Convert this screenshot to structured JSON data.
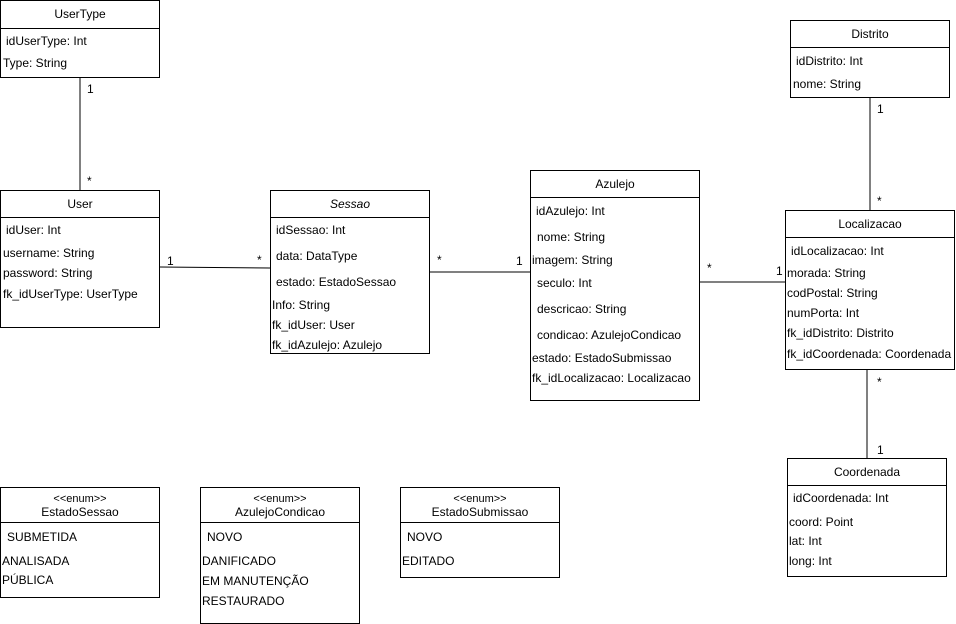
{
  "classes": {
    "usertype": {
      "title": "UserType",
      "attrs": [
        "idUserType: Int",
        "Type: String"
      ]
    },
    "user": {
      "title": "User",
      "attrs": [
        "idUser: Int",
        "username: String",
        "password: String",
        "fk_idUserType: UserType"
      ]
    },
    "sessao": {
      "title": "Sessao",
      "attrs": [
        "idSessao: Int",
        "data: DataType",
        "estado: EstadoSessao",
        "Info: String",
        "fk_idUser: User",
        "fk_idAzulejo: Azulejo"
      ]
    },
    "azulejo": {
      "title": "Azulejo",
      "attrs": [
        "idAzulejo: Int",
        "nome: String",
        "imagem: String",
        "seculo: Int",
        "descricao: String",
        "condicao: AzulejoCondicao",
        "estado: EstadoSubmissao",
        "fk_idLocalizacao: Localizacao"
      ]
    },
    "distrito": {
      "title": "Distrito",
      "attrs": [
        "idDistrito: Int",
        "nome: String"
      ]
    },
    "localizacao": {
      "title": "Localizacao",
      "attrs": [
        "idLocalizacao: Int",
        "morada: String",
        "codPostal: String",
        "numPorta: Int",
        "fk_idDistrito: Distrito",
        "fk_idCoordenada: Coordenada"
      ]
    },
    "coordenada": {
      "title": "Coordenada",
      "attrs": [
        "idCoordenada: Int",
        "coord: Point",
        "lat: Int",
        "long: Int"
      ]
    }
  },
  "enums": {
    "estadosessao": {
      "stereotype": "<<enum>>",
      "title": "EstadoSessao",
      "values": [
        "SUBMETIDA",
        "ANALISADA",
        "PÚBLICA"
      ]
    },
    "azulejocondicao": {
      "stereotype": "<<enum>>",
      "title": "AzulejoCondicao",
      "values": [
        "NOVO",
        "DANIFICADO",
        "EM MANUTENÇÃO",
        "RESTAURADO"
      ]
    },
    "estadosubmissao": {
      "stereotype": "<<enum>>",
      "title": "EstadoSubmissao",
      "values": [
        "NOVO",
        "EDITADO"
      ]
    }
  },
  "multiplicities": {
    "usertype_user_one": "1",
    "usertype_user_many": "*",
    "user_sessao_one": "1",
    "user_sessao_many": "*",
    "sessao_azulejo_many": "*",
    "sessao_azulejo_one": "1",
    "azulejo_localizacao_many": "*",
    "azulejo_localizacao_one": "1",
    "distrito_localizacao_one": "1",
    "distrito_localizacao_many": "*",
    "localizacao_coordenada_many": "*",
    "localizacao_coordenada_one": "1"
  }
}
